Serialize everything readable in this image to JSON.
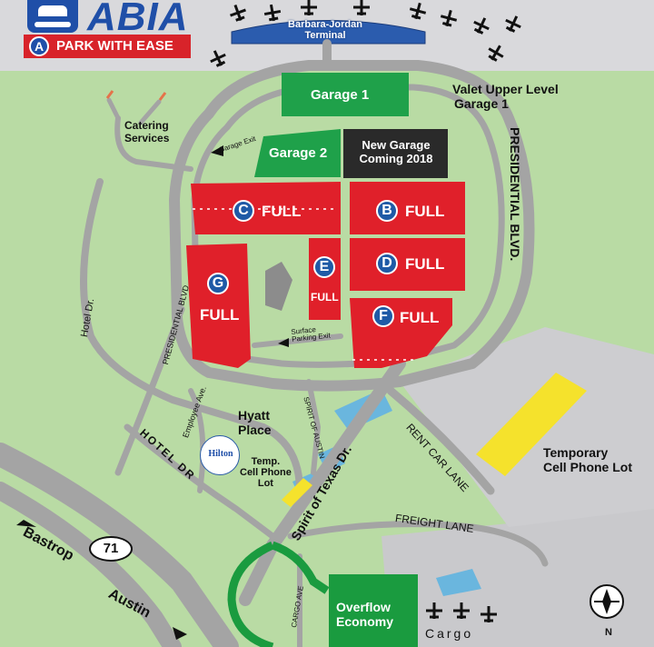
{
  "brand": {
    "name": "ABIA",
    "tagline": "PARK WITH EASE",
    "badge_glyph": "A"
  },
  "terminal": {
    "line1": "Barbara-Jordan",
    "line2": "Terminal"
  },
  "garages": {
    "garage1": "Garage 1",
    "garage2": "Garage 2",
    "new_garage_line1": "New Garage",
    "new_garage_line2": "Coming 2018",
    "valet_line1": "Valet Upper Level",
    "valet_line2": "Garage 1"
  },
  "lots": [
    {
      "letter": "C",
      "status": "FULL"
    },
    {
      "letter": "B",
      "status": "FULL"
    },
    {
      "letter": "E",
      "status": "FULL"
    },
    {
      "letter": "D",
      "status": "FULL"
    },
    {
      "letter": "G",
      "status": "FULL"
    },
    {
      "letter": "F",
      "status": "FULL"
    }
  ],
  "places": {
    "catering_line1": "Catering",
    "catering_line2": "Services",
    "hyatt_line1": "Hyatt",
    "hyatt_line2": "Place",
    "hilton": "Hilton",
    "temp_cell_line1": "Temporary",
    "temp_cell_line2": "Cell Phone Lot",
    "temp_cell_small_line1": "Temp.",
    "temp_cell_small_line2": "Cell Phone",
    "temp_cell_small_line3": "Lot",
    "overflow_line1": "Overflow",
    "overflow_line2": "Economy",
    "cargo": "Cargo"
  },
  "roads": {
    "presidential_blvd": "PRESIDENTIAL BLVD.",
    "presidential_blvd_small": "PRESIDENTIAL BLVD",
    "hotel_dr": "Hotel Dr.",
    "hotel_dr_caps": "HOTEL DR",
    "employee_ave": "Employee Ave.",
    "spirit_of_austin": "SPIRIT OF AUSTIN",
    "spirit_of_texas": "Spirit of Texas Dr.",
    "rent_car_lane": "RENT CAR LANE",
    "freight_lane": "FREIGHT LANE",
    "cargo_ave": "CARGO AVE",
    "garage_exit": "Garage Exit",
    "surface_exit_line1": "Surface",
    "surface_exit_line2": "Parking Exit",
    "bastrop": "Bastrop",
    "austin": "Austin",
    "highway": "71"
  },
  "compass": {
    "north": "N"
  },
  "colors": {
    "lot_red": "#e0202a",
    "garage_green": "#1fa14a",
    "new_garage_black": "#2a2a2a",
    "road_gray": "#a4a4a4",
    "grass_green": "#b9dba4",
    "temp_lot_yellow": "#f5e22c",
    "overflow_green": "#1a9b3f",
    "terminal_blue": "#2b5cae",
    "brand_blue": "#1f4fa8",
    "brand_red": "#d8232a"
  },
  "icons": [
    "car-logo-icon",
    "airplane-icon",
    "compass-icon",
    "highway-shield-icon",
    "hilton-logo-icon"
  ]
}
